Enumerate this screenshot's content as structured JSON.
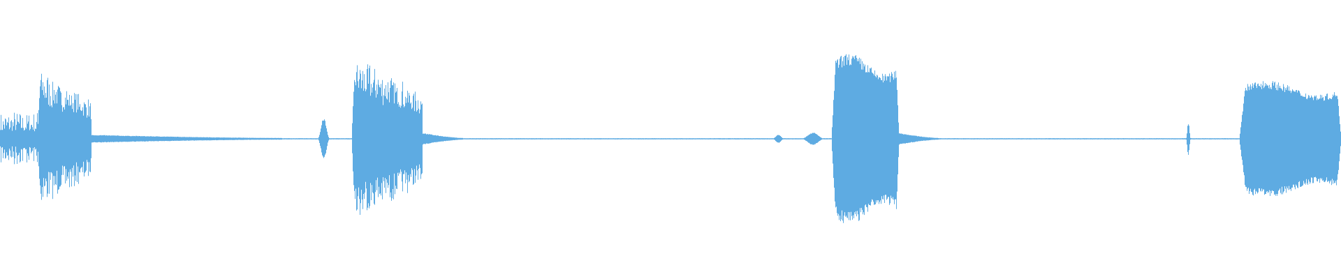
{
  "waveform": {
    "color": "#5eabe2",
    "background": "#ffffff",
    "segments": [
      {
        "start": 0.0,
        "end": 0.034,
        "level": 0.28,
        "shape": "spiky"
      },
      {
        "start": 0.034,
        "end": 0.08,
        "level": 0.012,
        "shape": "flat"
      },
      {
        "start": 0.028,
        "end": 0.068,
        "level": 0.68,
        "shape": "burst"
      },
      {
        "start": 0.068,
        "end": 0.21,
        "level": 0.03,
        "shape": "decay"
      },
      {
        "start": 0.236,
        "end": 0.246,
        "level": 0.2,
        "shape": "blip"
      },
      {
        "start": 0.262,
        "end": 0.315,
        "level": 0.83,
        "shape": "burst"
      },
      {
        "start": 0.315,
        "end": 0.345,
        "level": 0.05,
        "shape": "decay"
      },
      {
        "start": 0.575,
        "end": 0.585,
        "level": 0.04,
        "shape": "blip"
      },
      {
        "start": 0.596,
        "end": 0.616,
        "level": 0.06,
        "shape": "blip"
      },
      {
        "start": 0.62,
        "end": 0.67,
        "level": 0.82,
        "shape": "block"
      },
      {
        "start": 0.67,
        "end": 0.7,
        "level": 0.05,
        "shape": "decay"
      },
      {
        "start": 0.884,
        "end": 0.888,
        "level": 0.16,
        "shape": "blip"
      },
      {
        "start": 0.924,
        "end": 1.0,
        "level": 0.56,
        "shape": "block"
      }
    ]
  }
}
